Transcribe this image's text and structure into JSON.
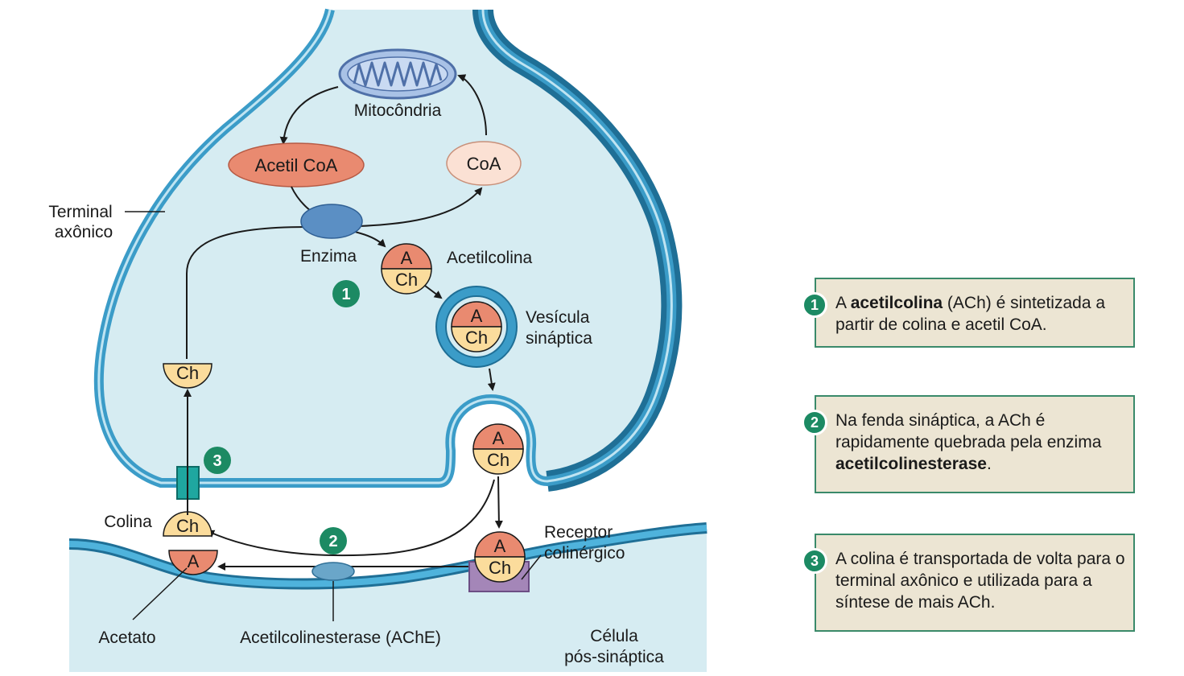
{
  "labels": {
    "mitochondria": "Mitocôndria",
    "acetyl_coa": "Acetil CoA",
    "coa": "CoA",
    "axon_terminal_line1": "Terminal",
    "axon_terminal_line2": "axônico",
    "enzyme": "Enzima",
    "acetylcholine": "Acetilcolina",
    "vesicle_line1": "Vesícula",
    "vesicle_line2": "sináptica",
    "choline": "Colina",
    "receptor_line1": "Receptor",
    "receptor_line2": "colinérgico",
    "acetate": "Acetato",
    "ache": "Acetilcolinesterase (AChE)",
    "postsynaptic_line1": "Célula",
    "postsynaptic_line2": "pós-sináptica",
    "molecule_a": "A",
    "molecule_ch": "Ch"
  },
  "steps": [
    {
      "number": "1",
      "text_before": "A ",
      "bold": "acetilcolina",
      "text_after": " (ACh) é sintetizada a partir de colina e acetil CoA."
    },
    {
      "number": "2",
      "text_before": "Na fenda sináptica, a ACh é rapidamente quebrada pela enzima ",
      "bold": "acetilcolinesterase",
      "text_after": "."
    },
    {
      "number": "3",
      "text_before": "A colina é transportada de volta para o terminal axônico e utilizada para a síntese de mais ACh.",
      "bold": "",
      "text_after": ""
    }
  ],
  "colors": {
    "membrane": "#3b9cc8",
    "membrane_dark": "#1f6f96",
    "cytoplasm": "#d6ecf2",
    "acetyl_coa": "#e98a70",
    "coa": "#fbe1d4",
    "acetyl_half": "#e98a70",
    "choline_half": "#fbdc9c",
    "enzyme": "#5b8fc4",
    "step_badge": "#1c8a63",
    "legend_bg": "#ece5d3",
    "legend_border": "#3a8a6a",
    "transporter": "#1fa7a0",
    "receptor": "#a486b8"
  }
}
